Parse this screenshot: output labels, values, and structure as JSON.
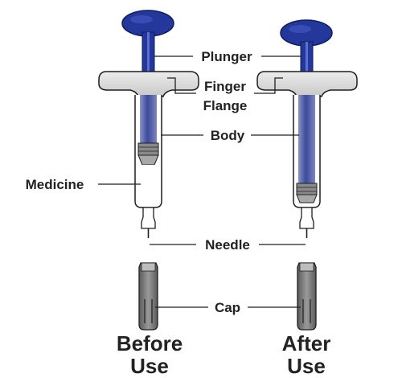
{
  "labels": {
    "plunger": "Plunger",
    "finger_line1": "Finger",
    "finger_line2": "Flange",
    "body": "Body",
    "medicine": "Medicine",
    "needle": "Needle",
    "cap": "Cap"
  },
  "captions": {
    "before_line1": "Before",
    "before_line2": "Use",
    "after_line1": "After",
    "after_line2": "Use"
  },
  "colors": {
    "plunger_blue": "#23389a",
    "flange_gray": "#dcdcdc",
    "barrel_blue": "#5f6aa8",
    "outline": "#1f1f1f",
    "cap_gray": "#7d7d7d",
    "text": "#222222"
  }
}
